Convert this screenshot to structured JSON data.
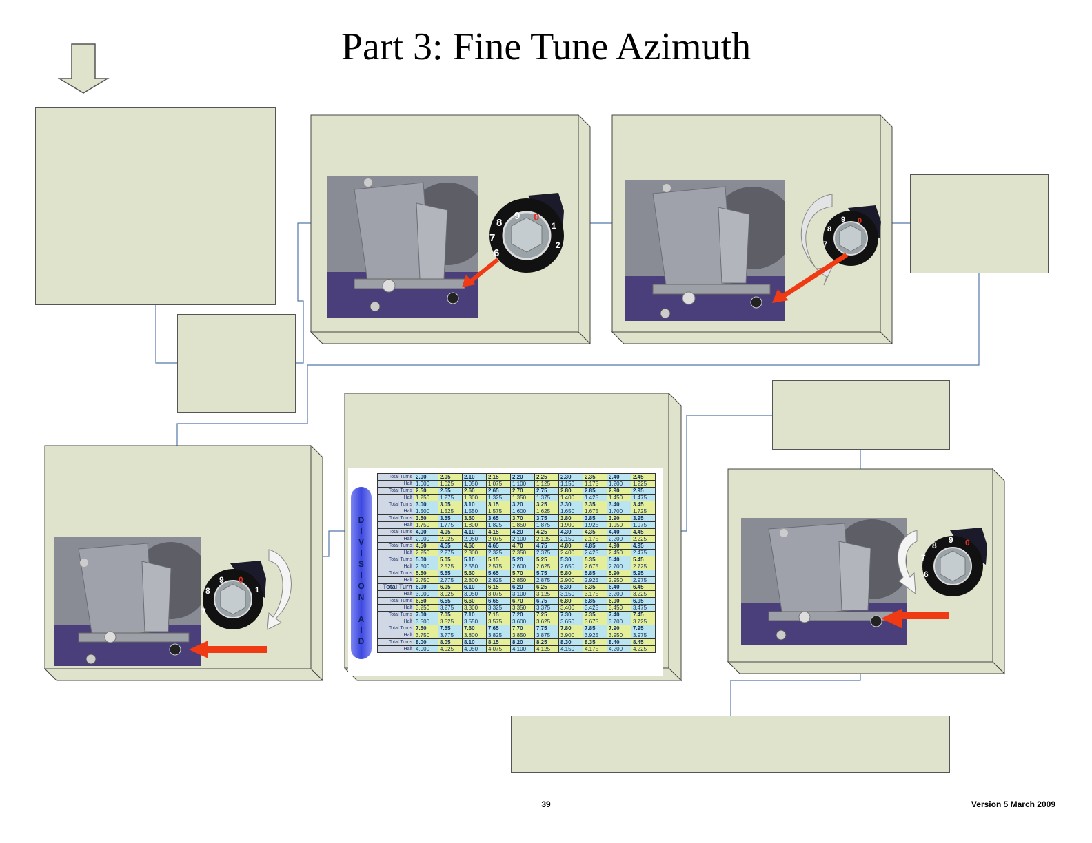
{
  "page": {
    "title": "Part 3: Fine Tune Azimuth",
    "page_number": "39",
    "version": "Version 5 March 2009"
  },
  "division_aid": {
    "label": "DIVISION AID",
    "row_label_total": "Total Turns",
    "row_label_total_alt": "Total Turn",
    "row_label_half": "Half",
    "rows": [
      {
        "total": [
          "2.00",
          "2.05",
          "2.10",
          "2.15",
          "2.20",
          "2.25",
          "2.30",
          "2.35",
          "2.40",
          "2.45"
        ],
        "half": [
          "1.000",
          "1.025",
          "1.050",
          "1.075",
          "1.100",
          "1.125",
          "1.150",
          "1.175",
          "1.200",
          "1.225"
        ]
      },
      {
        "total": [
          "2.50",
          "2.55",
          "2.60",
          "2.65",
          "2.70",
          "2.75",
          "2.80",
          "2.85",
          "2.90",
          "2.95"
        ],
        "half": [
          "1.250",
          "1.275",
          "1.300",
          "1.325",
          "1.350",
          "1.375",
          "1.400",
          "1.425",
          "1.450",
          "1.475"
        ]
      },
      {
        "total": [
          "3.00",
          "3.05",
          "3.10",
          "3.15",
          "3.20",
          "3.25",
          "3.30",
          "3.35",
          "3.40",
          "3.45"
        ],
        "half": [
          "1.500",
          "1.525",
          "1.550",
          "1.575",
          "1.600",
          "1.625",
          "1.650",
          "1.675",
          "1.700",
          "1.725"
        ]
      },
      {
        "total": [
          "3.50",
          "3.55",
          "3.60",
          "3.65",
          "3.70",
          "3.75",
          "3.80",
          "3.85",
          "3.90",
          "3.95"
        ],
        "half": [
          "1.750",
          "1.775",
          "1.800",
          "1.825",
          "1.850",
          "1.875",
          "1.900",
          "1.925",
          "1.950",
          "1.975"
        ]
      },
      {
        "total": [
          "4.00",
          "4.05",
          "4.10",
          "4.15",
          "4.20",
          "4.25",
          "4.30",
          "4.35",
          "4.40",
          "4.45"
        ],
        "half": [
          "2.000",
          "2.025",
          "2.050",
          "2.075",
          "2.100",
          "2.125",
          "2.150",
          "2.175",
          "2.200",
          "2.225"
        ]
      },
      {
        "total": [
          "4.50",
          "4.55",
          "4.60",
          "4.65",
          "4.70",
          "4.75",
          "4.80",
          "4.85",
          "4.90",
          "4.95"
        ],
        "half": [
          "2.250",
          "2.275",
          "2.300",
          "2.325",
          "2.350",
          "2.375",
          "2.400",
          "2.425",
          "2.450",
          "2.475"
        ]
      },
      {
        "total": [
          "5.00",
          "5.05",
          "5.10",
          "5.15",
          "5.20",
          "5.25",
          "5.30",
          "5.35",
          "5.40",
          "5.45"
        ],
        "half": [
          "2.500",
          "2.525",
          "2.550",
          "2.575",
          "2.600",
          "2.625",
          "2.650",
          "2.675",
          "2.700",
          "2.725"
        ]
      },
      {
        "total": [
          "5.50",
          "5.55",
          "5.60",
          "5.65",
          "5.70",
          "5.75",
          "5.80",
          "5.85",
          "5.90",
          "5.95"
        ],
        "half": [
          "2.750",
          "2.775",
          "2.800",
          "2.825",
          "2.850",
          "2.875",
          "2.900",
          "2.925",
          "2.950",
          "2.975"
        ]
      },
      {
        "total": [
          "6.00",
          "6.05",
          "6.10",
          "6.15",
          "6.20",
          "6.25",
          "6.30",
          "6.35",
          "6.40",
          "6.45"
        ],
        "half": [
          "3.000",
          "3.025",
          "3.050",
          "3.075",
          "3.100",
          "3.125",
          "3.150",
          "3.175",
          "3.200",
          "3.225"
        ]
      },
      {
        "total": [
          "6.50",
          "6.55",
          "6.60",
          "6.65",
          "6.70",
          "6.75",
          "6.80",
          "6.85",
          "6.90",
          "6.95"
        ],
        "half": [
          "3.250",
          "3.275",
          "3.300",
          "3.325",
          "3.350",
          "3.375",
          "3.400",
          "3.425",
          "3.450",
          "3.475"
        ]
      },
      {
        "total": [
          "7.00",
          "7.05",
          "7.10",
          "7.15",
          "7.20",
          "7.25",
          "7.30",
          "7.35",
          "7.40",
          "7.45"
        ],
        "half": [
          "3.500",
          "3.525",
          "3.550",
          "3.575",
          "3.600",
          "3.625",
          "3.650",
          "3.675",
          "3.700",
          "3.725"
        ]
      },
      {
        "total": [
          "7.50",
          "7.55",
          "7.60",
          "7.65",
          "7.70",
          "7.75",
          "7.80",
          "7.85",
          "7.90",
          "7.95"
        ],
        "half": [
          "3.750",
          "3.775",
          "3.800",
          "3.825",
          "3.850",
          "3.875",
          "3.900",
          "3.925",
          "3.950",
          "3.975"
        ]
      },
      {
        "total": [
          "8.00",
          "8.05",
          "8.10",
          "8.15",
          "8.20",
          "8.25",
          "8.30",
          "8.35",
          "8.40",
          "8.45"
        ],
        "half": [
          "4.000",
          "4.025",
          "4.050",
          "4.075",
          "4.100",
          "4.125",
          "4.150",
          "4.175",
          "4.200",
          "4.225"
        ]
      }
    ]
  },
  "dial": {
    "digits": [
      "6",
      "7",
      "8",
      "9",
      "0",
      "1",
      "2"
    ],
    "highlight_color": "#e03020"
  },
  "colors": {
    "box_fill": "#dfe3cb",
    "connector": "#5577aa",
    "arrow_red": "#f03a14",
    "cell_blue": "#b9e4f0",
    "cell_yellow": "#e5ef9a"
  },
  "icons": {
    "start": "down-arrow-icon",
    "pointer": "red-arrow-icon",
    "rotation": "curved-arrow-icon"
  }
}
